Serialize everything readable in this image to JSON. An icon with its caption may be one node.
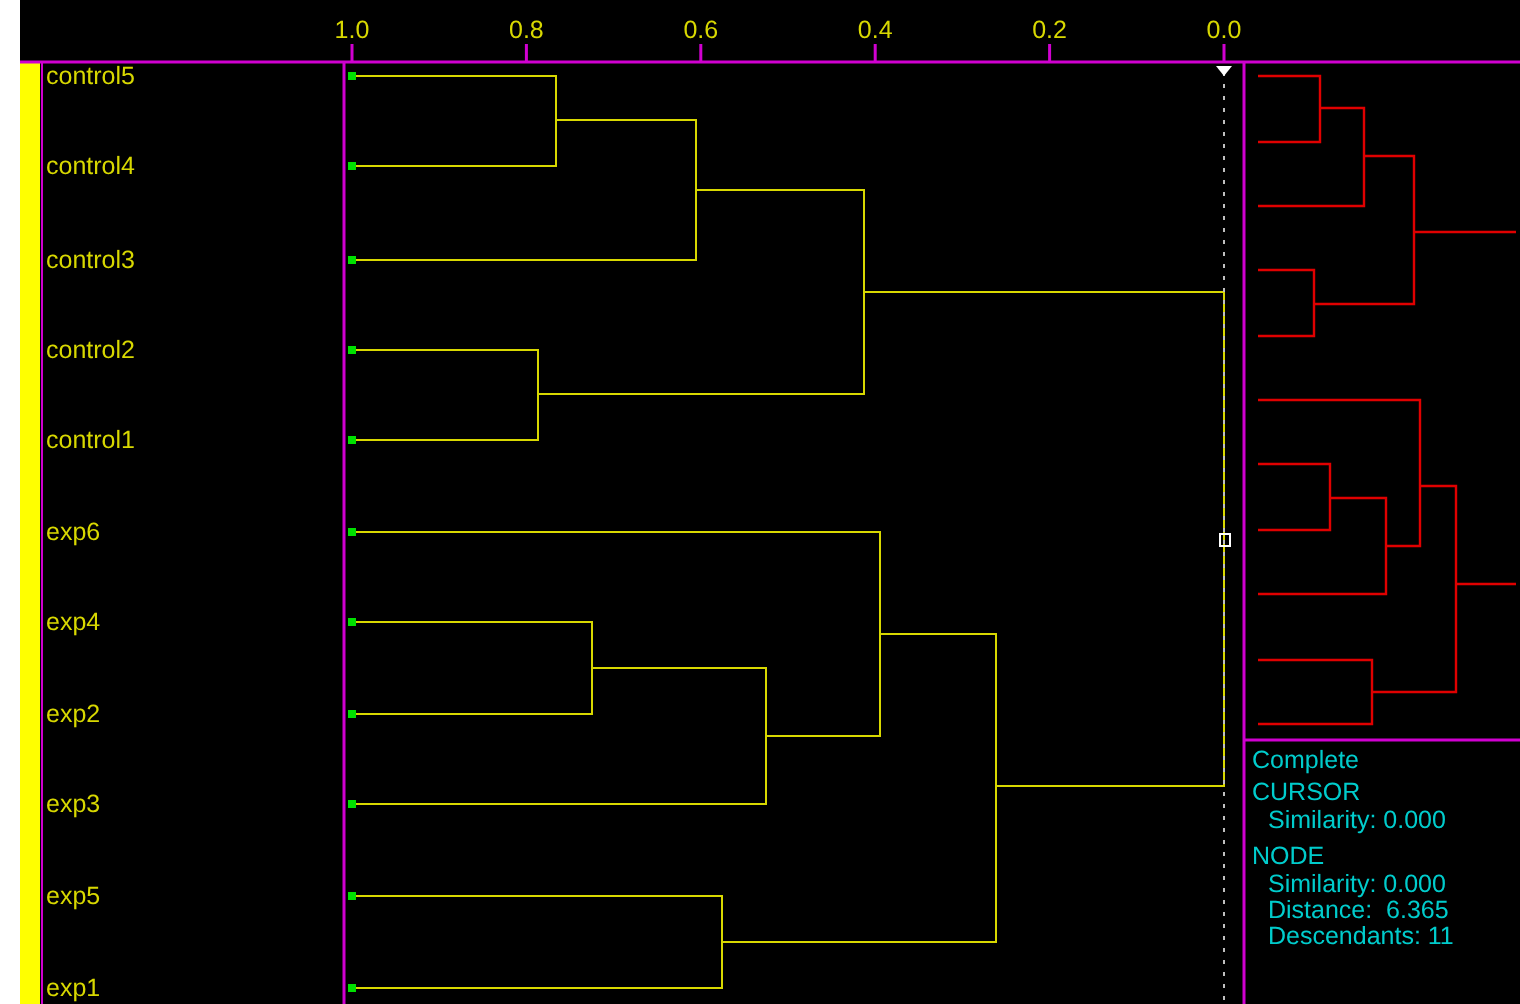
{
  "diagram": {
    "labels": [
      "1.0",
      "0.8",
      "0.6",
      "0.4",
      "0.2",
      "0.0",
      "control5",
      "control4",
      "control3",
      "control2",
      "control1",
      "exp6",
      "exp4",
      "exp2",
      "exp3",
      "exp5",
      "exp1",
      "Complete",
      "CURSOR",
      "Similarity: 0.000",
      "NODE",
      "Similarity: 0.000",
      "Distance:  6.365",
      "Descendants: 11"
    ]
  }
}
